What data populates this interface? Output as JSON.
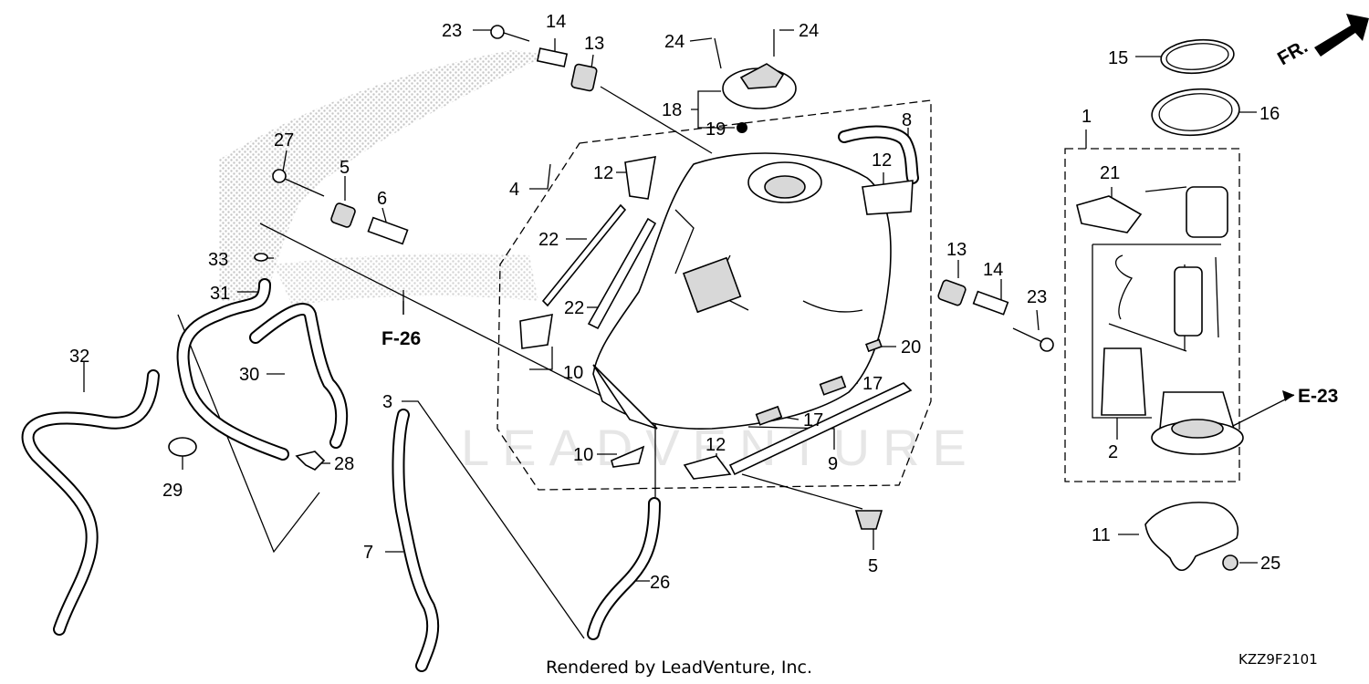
{
  "watermark": "LEADVENTURE",
  "credit": "Rendered by LeadVenture, Inc.",
  "diagram_code": "KZZ9F2101",
  "front_indicator": "FR.",
  "refs": {
    "f26": "F-26",
    "e23": "E-23"
  },
  "callouts": {
    "c1": "1",
    "c2": "2",
    "c3": "3",
    "c4": "4",
    "c5a": "5",
    "c5b": "5",
    "c6": "6",
    "c7": "7",
    "c8": "8",
    "c9": "9",
    "c10a": "10",
    "c10b": "10",
    "c11": "11",
    "c12a": "12",
    "c12b": "12",
    "c12c": "12",
    "c13a": "13",
    "c13b": "13",
    "c14a": "14",
    "c14b": "14",
    "c15": "15",
    "c16": "16",
    "c17a": "17",
    "c17b": "17",
    "c18": "18",
    "c19": "19",
    "c20": "20",
    "c21": "21",
    "c22a": "22",
    "c22b": "22",
    "c23a": "23",
    "c23b": "23",
    "c24a": "24",
    "c24b": "24",
    "c25": "25",
    "c26": "26",
    "c27": "27",
    "c28": "28",
    "c29": "29",
    "c30": "30",
    "c31": "31",
    "c32": "32",
    "c33": "33"
  },
  "icons": {
    "front_arrow": "arrow-up-right-icon",
    "dot_pattern": "stipple-texture"
  }
}
